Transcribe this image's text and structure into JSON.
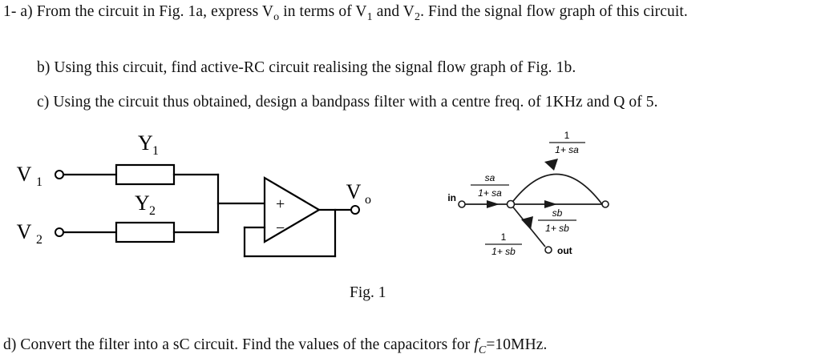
{
  "document": {
    "questions": {
      "a": {
        "prefix": "1- a) From the circuit in Fig. 1a, express V",
        "sub1": "o",
        "mid1": " in terms of V",
        "sub2": "1",
        "mid2": " and V",
        "sub3": "2",
        "tail": ". Find the signal flow  graph of this circuit."
      },
      "b": "b) Using this circuit, find active-RC circuit realising the signal flow graph of Fig. 1b.",
      "c": "c) Using the circuit thus obtained, design a bandpass filter with a centre freq. of 1KHz and Q of 5.",
      "d": {
        "prefix": "d) Convert the filter into a sC circuit. Find the values of the capacitors for ",
        "italic_f": "f",
        "sub_c": "C",
        "tail": "=10MHz."
      }
    },
    "figure_caption": "Fig. 1"
  },
  "circuit_figure": {
    "name": "fig-1a-circuit",
    "labels": {
      "v1": "V",
      "v1_sub": "1",
      "v2": "V",
      "v2_sub": "2",
      "vo": "V",
      "vo_sub": "o",
      "y1": "Y",
      "y1_sub": "1",
      "y2": "Y",
      "y2_sub": "2",
      "opamp_plus": "+",
      "opamp_minus": "−"
    },
    "stroke_color": "#000000"
  },
  "signal_flow_graph": {
    "name": "fig-1b-sfg",
    "nodes": [
      {
        "id": "in",
        "label": "in"
      },
      {
        "id": "mid",
        "label": ""
      },
      {
        "id": "right",
        "label": ""
      },
      {
        "id": "out",
        "label": "out"
      }
    ],
    "edges": [
      {
        "id": "in-to-mid",
        "numerator": "sa",
        "denominator": "1+ sa"
      },
      {
        "id": "mid-to-right",
        "numerator": "sb",
        "denominator": "1+ sb"
      },
      {
        "id": "right-to-mid-arc",
        "numerator": "1",
        "denominator": "1+ sa"
      },
      {
        "id": "out-to-mid",
        "numerator": "1",
        "denominator": "1+ sb"
      }
    ],
    "stroke_color": "#1a1a1a"
  }
}
